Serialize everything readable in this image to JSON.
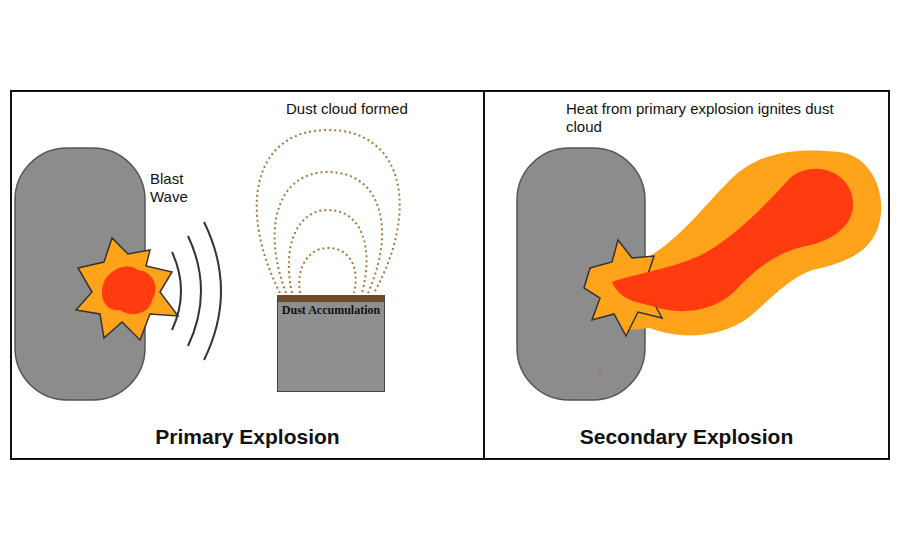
{
  "diagram": {
    "nodes": [
      {
        "text": [
          "Primary Explosion"
        ]
      },
      {
        "text": [
          "Dust Accumulation"
        ],
        "in": 0
      },
      {
        "text": [
          "Secondary Explosion"
        ]
      }
    ],
    "labels": [
      "Blast Wave",
      "Dust cloud formed",
      "Heat from primary explosion ignites dust cloud"
    ]
  }
}
